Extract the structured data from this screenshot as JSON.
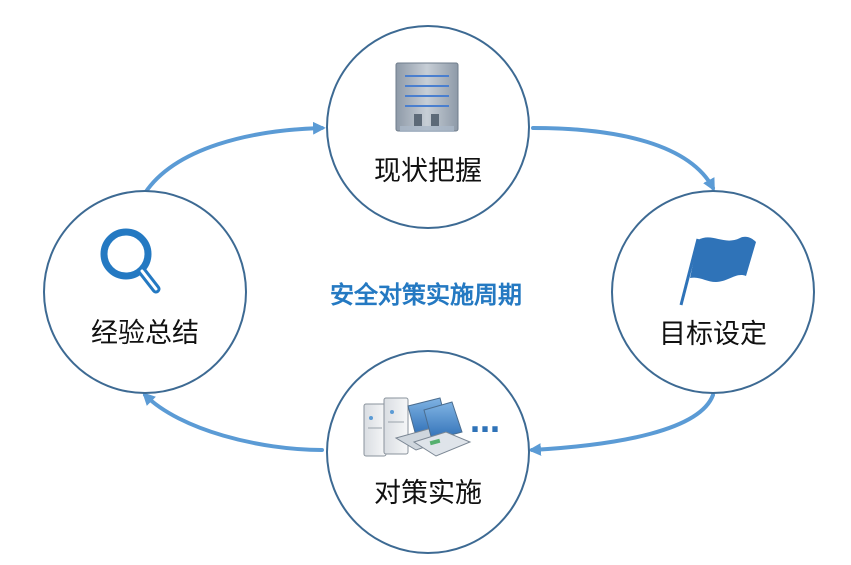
{
  "diagram": {
    "center_title": "安全对策实施周期",
    "steps": [
      {
        "label": "现状把握",
        "icon": "document-icon"
      },
      {
        "label": "目标设定",
        "icon": "flag-icon"
      },
      {
        "label": "对策实施",
        "icon": "computers-icon"
      },
      {
        "label": "经验总结",
        "icon": "magnifier-icon"
      }
    ],
    "ellipsis": "…",
    "colors": {
      "accent": "#2479c2",
      "arrow": "#5b9bd5",
      "circle_stroke": "#3d6a93",
      "icon_blue": "#2f73b8"
    }
  }
}
